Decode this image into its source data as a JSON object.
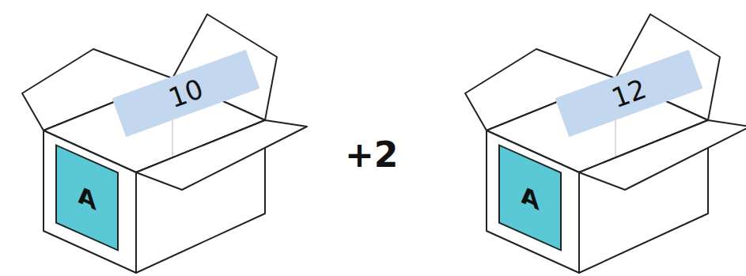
{
  "diagram": {
    "nodes": [
      {
        "text": [
          "A"
        ]
      },
      {
        "text": [
          "10"
        ]
      },
      {
        "text": [
          "A"
        ]
      },
      {
        "text": [
          "12"
        ]
      }
    ],
    "labels": [
      "+2"
    ]
  }
}
